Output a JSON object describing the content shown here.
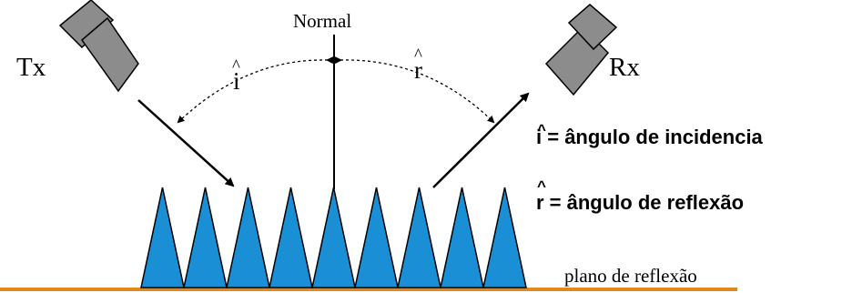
{
  "labels": {
    "normal": "Normal",
    "tx": "Tx",
    "rx": "Rx",
    "hat": "^",
    "incidence_symbol": "i",
    "reflection_symbol": "r",
    "plane": "plano de reflexão"
  },
  "legend": {
    "incidence_hat": "^",
    "incidence_letter": "i",
    "incidence_text": " = ângulo de incidencia",
    "reflection_hat": "^",
    "reflection_letter": "r",
    "reflection_text": " = ângulo de reflexão"
  },
  "colors": {
    "absorber_fill": "#1a8fd6",
    "horn_fill": "#8c8c8c",
    "ground": "#e08a1e",
    "ink": "#000000"
  },
  "absorber_count": 9
}
